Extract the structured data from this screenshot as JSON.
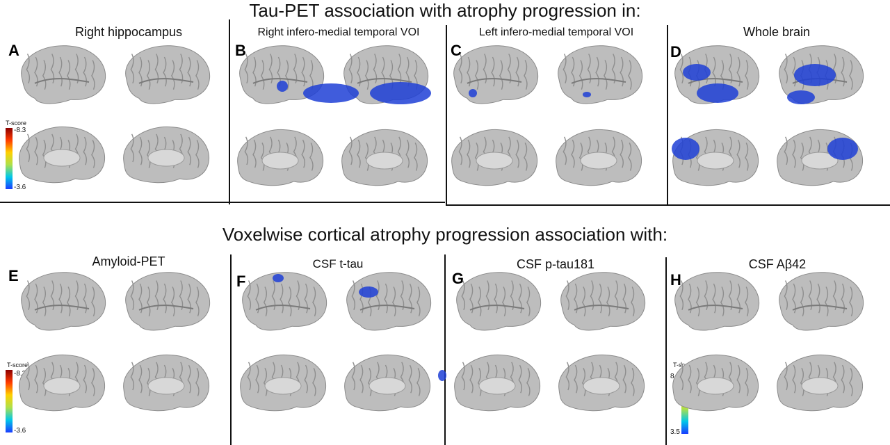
{
  "titles": {
    "top": "Tau-PET association with atrophy progression in:",
    "bottom": "Voxelwise cortical atrophy progression association with:"
  },
  "panels": [
    {
      "letter": "A",
      "title": "Right hippocampus"
    },
    {
      "letter": "B",
      "title": "Right infero-medial temporal VOI"
    },
    {
      "letter": "C",
      "title": "Left infero-medial temporal VOI"
    },
    {
      "letter": "D",
      "title": "Whole brain"
    },
    {
      "letter": "E",
      "title": "Amyloid-PET"
    },
    {
      "letter": "F",
      "title": "CSF t-tau"
    },
    {
      "letter": "G",
      "title": "CSF p-tau181"
    },
    {
      "letter": "H",
      "title": "CSF Aβ42"
    }
  ],
  "colorbars": [
    {
      "title": "T-score",
      "max": "-8.3",
      "min": "-3.6"
    },
    {
      "title": "T-score",
      "max": "-8.3",
      "min": "-3.6"
    },
    {
      "title": "T-score",
      "max": "8.3",
      "min": "3.5"
    }
  ],
  "colors": {
    "brain": "#bdbdbd",
    "brain_dark": "#8a8a8a",
    "blob_blue": "#1f3fd6",
    "blob_green": "#8fcf3a"
  }
}
